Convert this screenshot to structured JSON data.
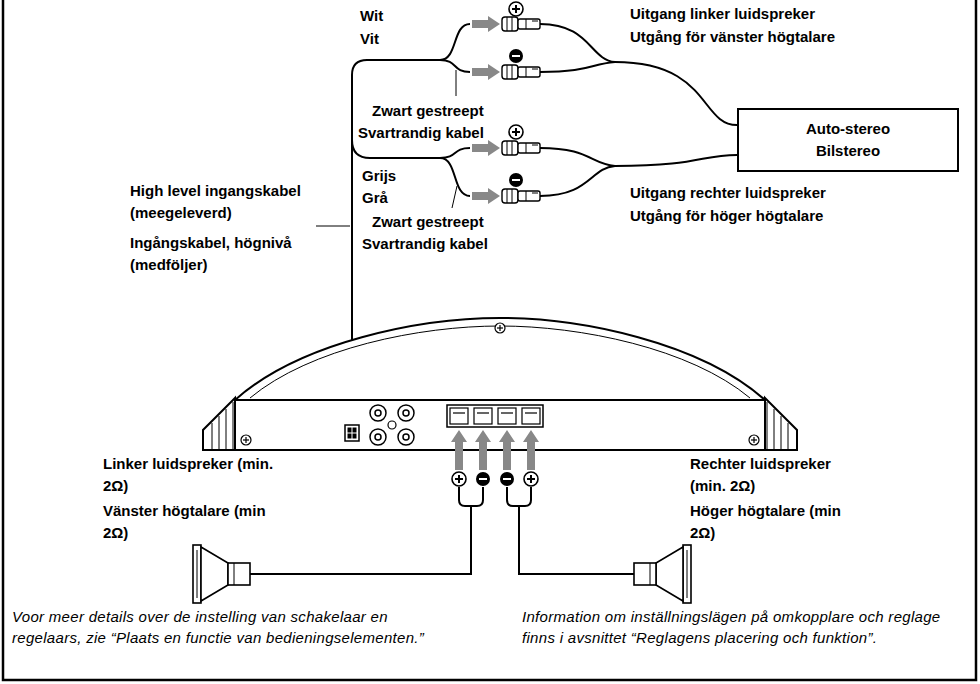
{
  "diagram": {
    "nodes": [
      {
        "text": [
          "Auto-stereo",
          "Bilstereo"
        ]
      }
    ],
    "labels": [
      "Wit",
      "Vit",
      "Uitgang linker luidspreker",
      "Utgång för vänster högtalare",
      "Zwart gestreept",
      "Svartrandig kabel",
      "Grijs",
      "Grå",
      "Zwart gestreept",
      "Svartrandig kabel",
      "Uitgang rechter luidspreker",
      "Utgång för höger högtalare",
      "High level ingangskabel (meegeleverd)",
      "Ingångskabel, högnivå (medföljer)",
      "Linker luidspreker (min. 2Ω)",
      "Vänster högtalare (min 2Ω)",
      "Rechter luidspreker (min. 2Ω)",
      "Höger högtalare (min 2Ω)",
      "Voor meer details over de instelling van schakelaar en regelaars, zie “Plaats en functie van bedieningselementen.”",
      "Information om inställningslägen på omkopplare och reglage finns i avsnittet “Reglagens placering och funktion”."
    ]
  }
}
